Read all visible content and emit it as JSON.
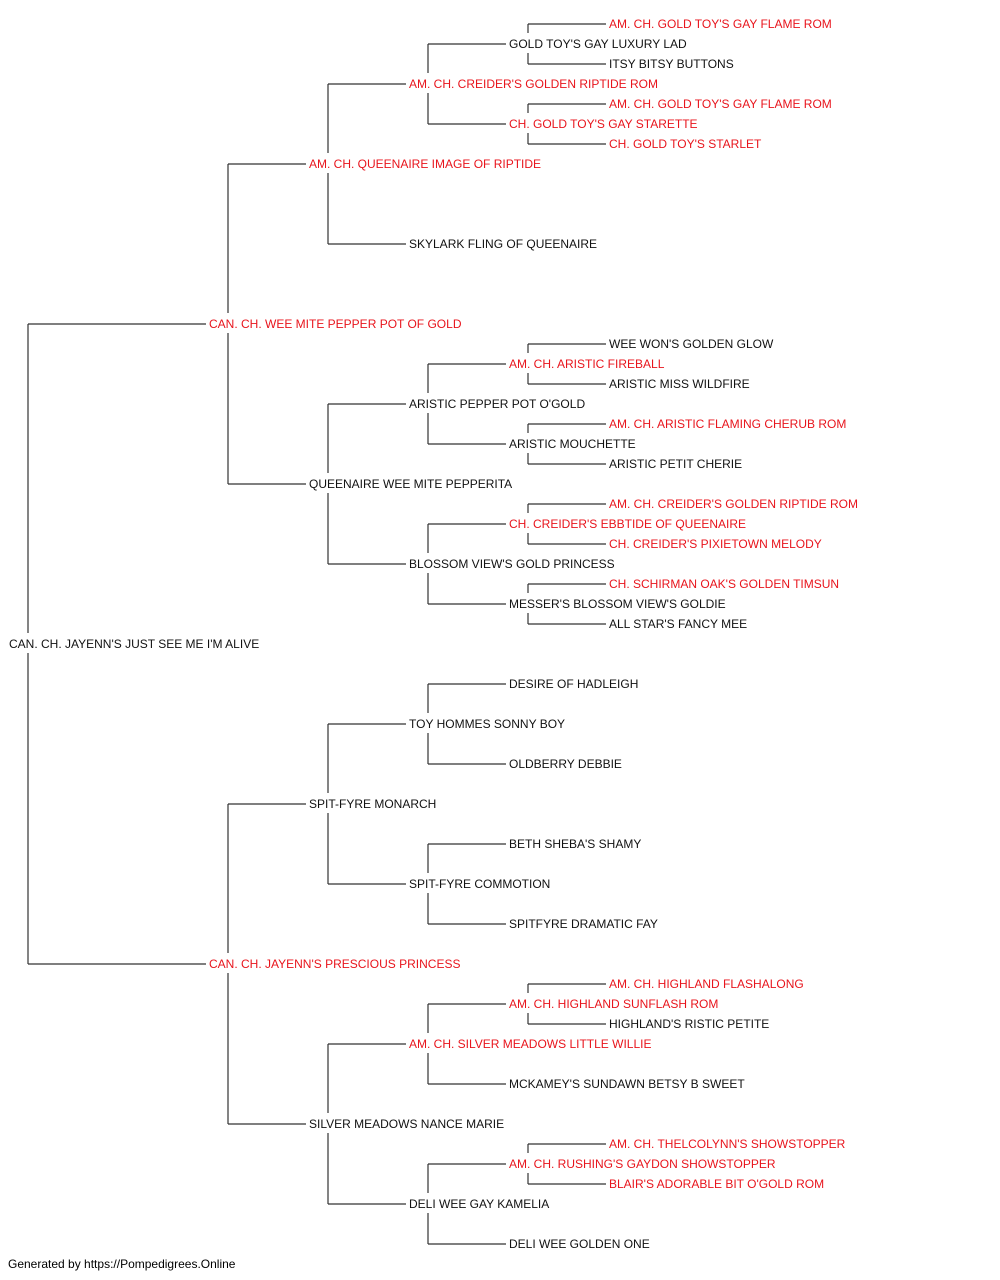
{
  "colors": {
    "champion": "#e8141c",
    "normal": "#111111",
    "line": "#333333"
  },
  "root": {
    "name": "CAN. CH. JAYENN'S JUST SEE ME I'M ALIVE",
    "champion": false
  },
  "sire": {
    "name": "CAN. CH. WEE MITE PEPPER POT OF GOLD",
    "champion": true
  },
  "dam": {
    "name": "CAN. CH. JAYENN'S PRESCIOUS PRINCESS",
    "champion": true
  },
  "gen2": [
    {
      "name": "AM. CH. QUEENAIRE IMAGE OF RIPTIDE",
      "champion": true
    },
    {
      "name": "QUEENAIRE WEE MITE PEPPERITA",
      "champion": false
    },
    {
      "name": "SPIT-FYRE MONARCH",
      "champion": false
    },
    {
      "name": "SILVER MEADOWS NANCE MARIE",
      "champion": false
    }
  ],
  "gen3": [
    {
      "name": "AM. CH. CREIDER'S GOLDEN RIPTIDE ROM",
      "champion": true
    },
    {
      "name": "SKYLARK FLING OF QUEENAIRE",
      "champion": false
    },
    {
      "name": "ARISTIC PEPPER POT O'GOLD",
      "champion": false
    },
    {
      "name": "BLOSSOM VIEW'S GOLD PRINCESS",
      "champion": false
    },
    {
      "name": "TOY HOMMES SONNY BOY",
      "champion": false
    },
    {
      "name": "SPIT-FYRE COMMOTION",
      "champion": false
    },
    {
      "name": "AM. CH. SILVER MEADOWS LITTLE WILLIE",
      "champion": true
    },
    {
      "name": "DELI WEE GAY KAMELIA",
      "champion": false
    }
  ],
  "gen4": [
    {
      "name": "GOLD TOY'S GAY LUXURY LAD",
      "champion": false
    },
    {
      "name": "CH. GOLD TOY'S GAY STARETTE",
      "champion": true
    },
    null,
    null,
    {
      "name": "AM. CH. ARISTIC FIREBALL",
      "champion": true
    },
    {
      "name": "ARISTIC MOUCHETTE",
      "champion": false
    },
    {
      "name": "CH. CREIDER'S EBBTIDE OF QUEENAIRE",
      "champion": true
    },
    {
      "name": "MESSER'S BLOSSOM VIEW'S GOLDIE",
      "champion": false
    },
    {
      "name": "DESIRE OF HADLEIGH",
      "champion": false
    },
    {
      "name": "OLDBERRY DEBBIE",
      "champion": false
    },
    {
      "name": "BETH SHEBA'S SHAMY",
      "champion": false
    },
    {
      "name": "SPITFYRE DRAMATIC FAY",
      "champion": false
    },
    {
      "name": "AM. CH. HIGHLAND SUNFLASH ROM",
      "champion": true
    },
    {
      "name": "MCKAMEY'S SUNDAWN BETSY B SWEET",
      "champion": false
    },
    {
      "name": "AM. CH. RUSHING'S GAYDON SHOWSTOPPER",
      "champion": true
    },
    {
      "name": "DELI WEE GOLDEN ONE",
      "champion": false
    }
  ],
  "gen5": [
    {
      "name": "AM. CH. GOLD TOY'S GAY FLAME ROM",
      "champion": true
    },
    {
      "name": "ITSY BITSY BUTTONS",
      "champion": false
    },
    {
      "name": "AM. CH. GOLD TOY'S GAY FLAME ROM",
      "champion": true
    },
    {
      "name": "CH. GOLD TOY'S STARLET",
      "champion": true
    },
    null,
    null,
    null,
    null,
    {
      "name": "WEE WON'S GOLDEN GLOW",
      "champion": false
    },
    {
      "name": "ARISTIC MISS WILDFIRE",
      "champion": false
    },
    {
      "name": "AM. CH. ARISTIC FLAMING CHERUB ROM",
      "champion": true
    },
    {
      "name": "ARISTIC PETIT CHERIE",
      "champion": false
    },
    {
      "name": "AM. CH. CREIDER'S GOLDEN RIPTIDE ROM",
      "champion": true
    },
    {
      "name": "CH. CREIDER'S PIXIETOWN MELODY",
      "champion": true
    },
    {
      "name": "CH. SCHIRMAN OAK'S GOLDEN TIMSUN",
      "champion": true
    },
    {
      "name": "ALL STAR'S FANCY MEE",
      "champion": false
    },
    null,
    null,
    null,
    null,
    null,
    null,
    null,
    null,
    {
      "name": "AM. CH. HIGHLAND FLASHALONG",
      "champion": true
    },
    {
      "name": "HIGHLAND'S RISTIC PETITE",
      "champion": false
    },
    null,
    null,
    {
      "name": "AM. CH. THELCOLYNN'S SHOWSTOPPER",
      "champion": true
    },
    {
      "name": "BLAIR'S ADORABLE BIT O'GOLD ROM",
      "champion": true
    },
    null,
    null
  ],
  "footer": "Generated by https://Pompedigrees.Online"
}
